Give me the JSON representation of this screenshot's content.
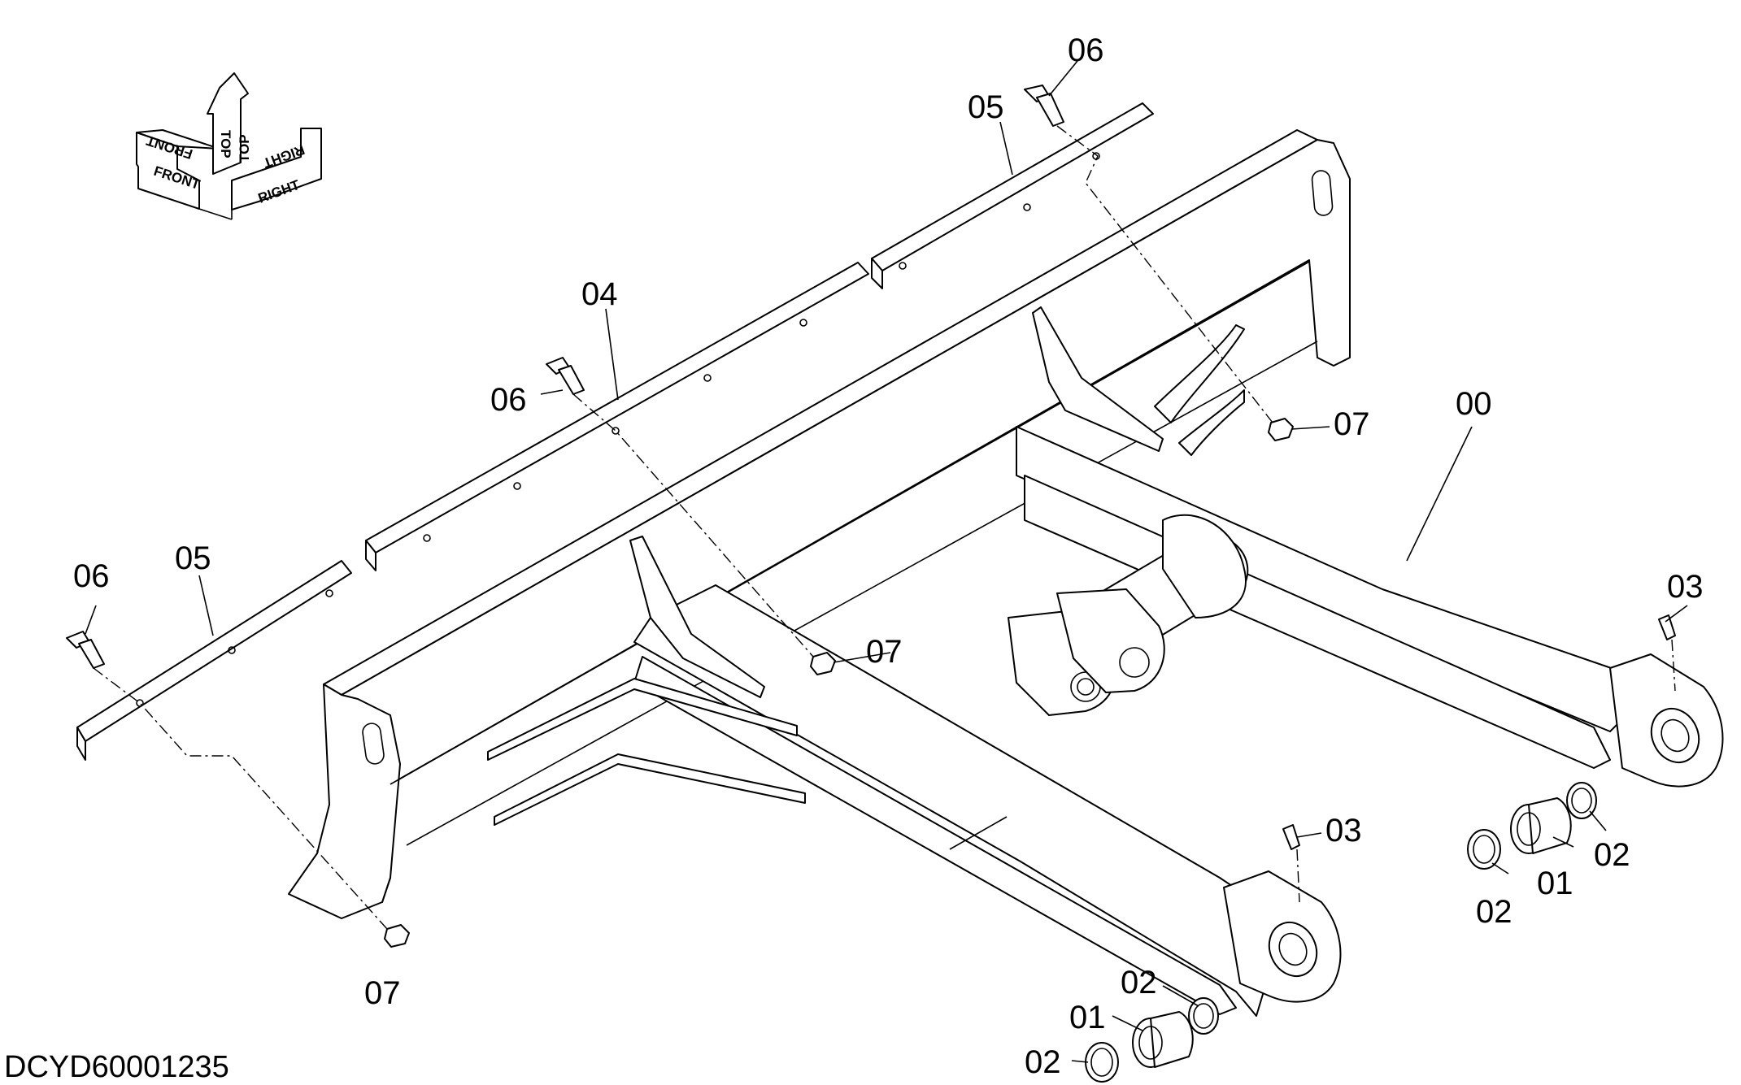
{
  "drawing_code": "DCYD60001235",
  "orientation": {
    "front": "FRONT",
    "top": "TOP",
    "right": "RIGHT"
  },
  "callouts": {
    "c00": "00",
    "c01a": "01",
    "c01b": "01",
    "c02a": "02",
    "c02b": "02",
    "c02c": "02",
    "c02d": "02",
    "c03a": "03",
    "c03b": "03",
    "c04": "04",
    "c05a": "05",
    "c05b": "05",
    "c06a": "06",
    "c06b": "06",
    "c06c": "06",
    "c07a": "07",
    "c07b": "07",
    "c07c": "07"
  }
}
